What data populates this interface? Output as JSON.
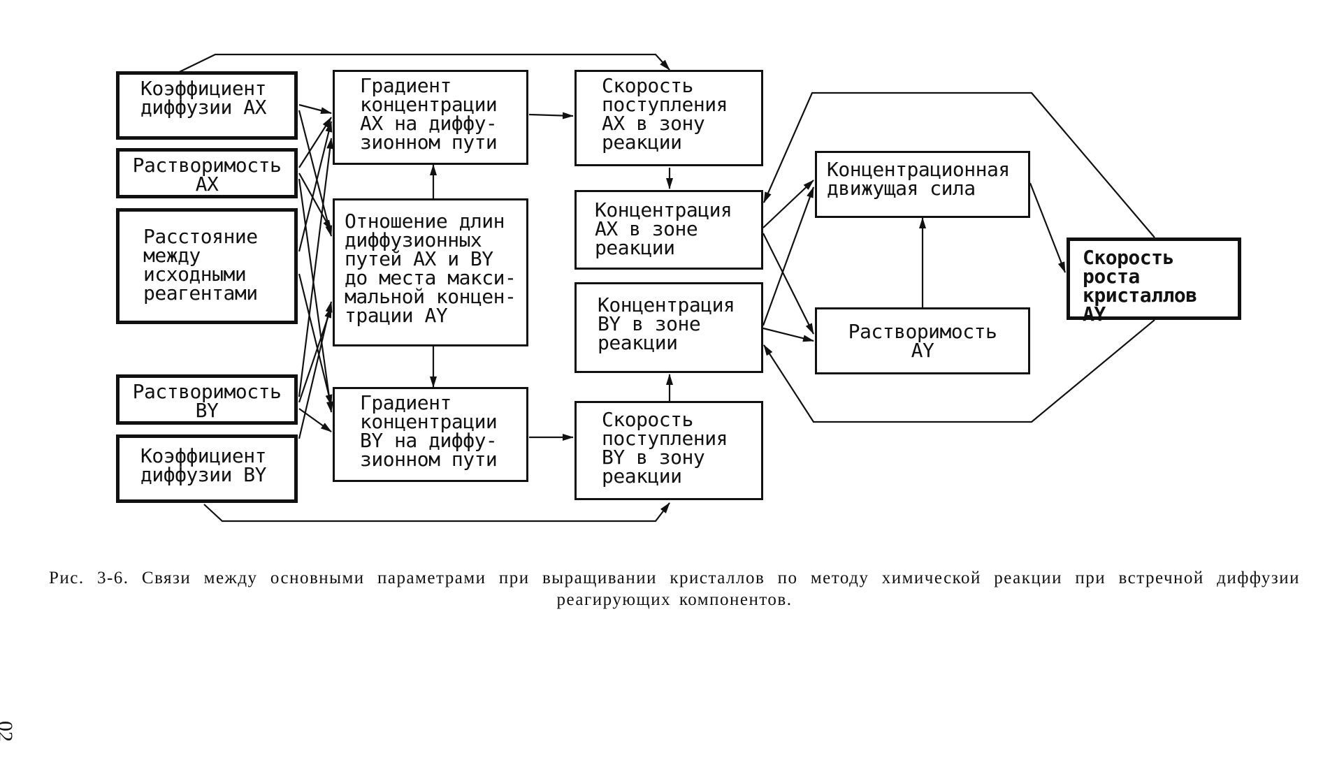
{
  "boxes": {
    "diffusion_ax": "Коэффициент\nдиффузии АХ",
    "solubility_ax": "Растворимость\nАХ",
    "distance": "Расстояние\nмежду\nисходными\nреагентами",
    "solubility_by": "Растворимость\nBY",
    "diffusion_by": "Коэффициент\nдиффузии BY",
    "gradient_ax": "Градиент\nконцентрации\nАХ на диффу-\nзионном пути",
    "ratio": "Отношение длин\nдиффузионных\nпутей АХ и BY\nдо места макси-\nмальной концен-\nтрации AY",
    "gradient_by": "Градиент\nконцентрации\nBY на диффу-\nзионном пути",
    "rate_ax": "Скорость\nпоступления\nАХ в зону\nреакции",
    "conc_ax": "Концентрация\nАХ в зоне\nреакции",
    "conc_by": "Концентрация\nBY в зоне\nреакции",
    "rate_by": "Скорость\nпоступления\nBY в зону\nреакции",
    "driving_force": "Концентрационная\nдвижущая сила",
    "solubility_ay": "Растворимость\nAY",
    "growth_rate": "Скорость\nроста\nкристаллов AY"
  },
  "caption": "Рис. 3-6. Связи между основными параметрами при выращивании кристаллов по методу химической реакции при встречной диффузии реагирующих компонентов.",
  "page_number": "02"
}
